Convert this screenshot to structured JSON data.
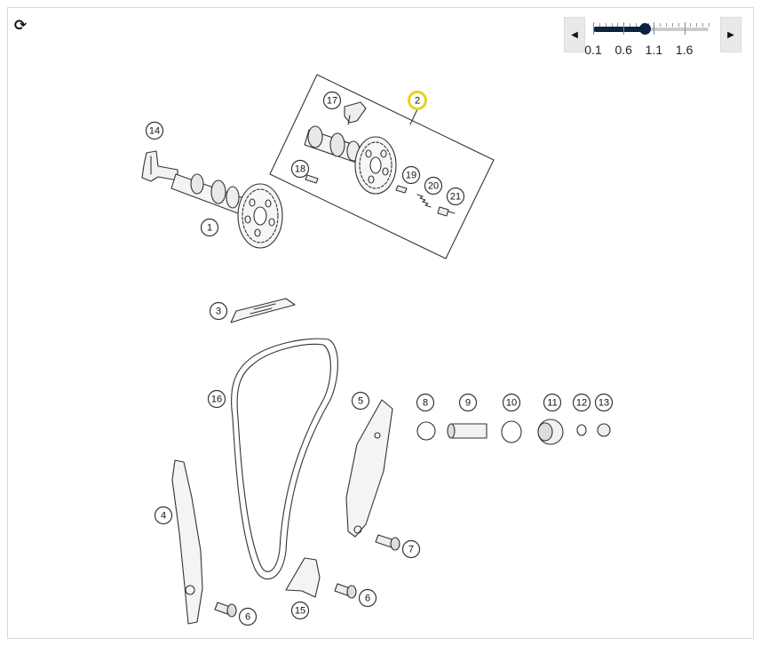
{
  "toolbar": {
    "refresh_icon": "refresh-icon",
    "refresh_glyph": "⟳"
  },
  "zoom": {
    "prev_glyph": "◀",
    "next_glyph": "▶",
    "min": 0.1,
    "max": 2.0,
    "value": 0.95,
    "tick_labels": [
      "0.1",
      "0.6",
      "1.1",
      "1.6"
    ],
    "fill_color": "#0d2140"
  },
  "diagram": {
    "highlight_color": "#e8d21a",
    "active_part": "2",
    "parts": [
      "1",
      "2",
      "3",
      "4",
      "5",
      "6",
      "6",
      "7",
      "8",
      "9",
      "10",
      "11",
      "12",
      "13",
      "14",
      "15",
      "16",
      "17",
      "18",
      "19",
      "20",
      "21"
    ]
  }
}
